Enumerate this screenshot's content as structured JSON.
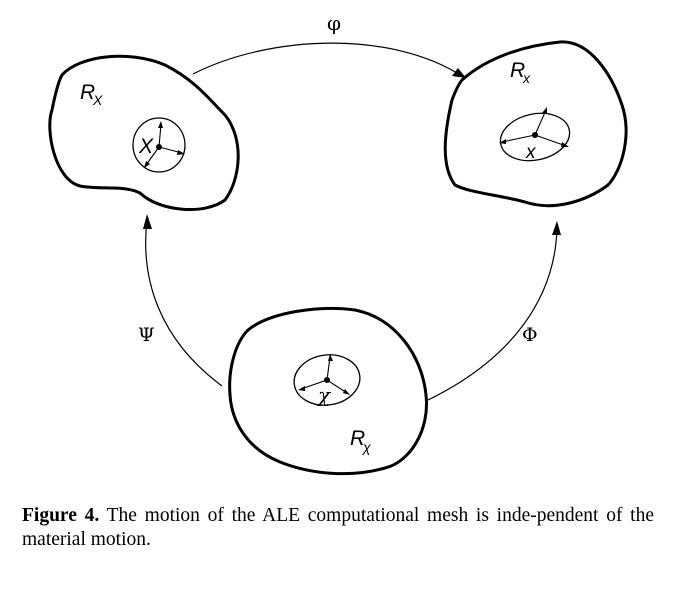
{
  "regions": {
    "material": {
      "label": "R",
      "subscript": "X",
      "point": "X"
    },
    "spatial": {
      "label": "R",
      "subscript": "x",
      "point": "x"
    },
    "referential": {
      "label": "R",
      "subscript": "χ",
      "point": "χ"
    }
  },
  "mappings": {
    "phi": "φ",
    "psi": "Ψ",
    "Phi": "Φ"
  },
  "caption": {
    "label": "Figure 4.",
    "text": " The motion of the ALE computational mesh is inde-pendent of the material motion."
  }
}
